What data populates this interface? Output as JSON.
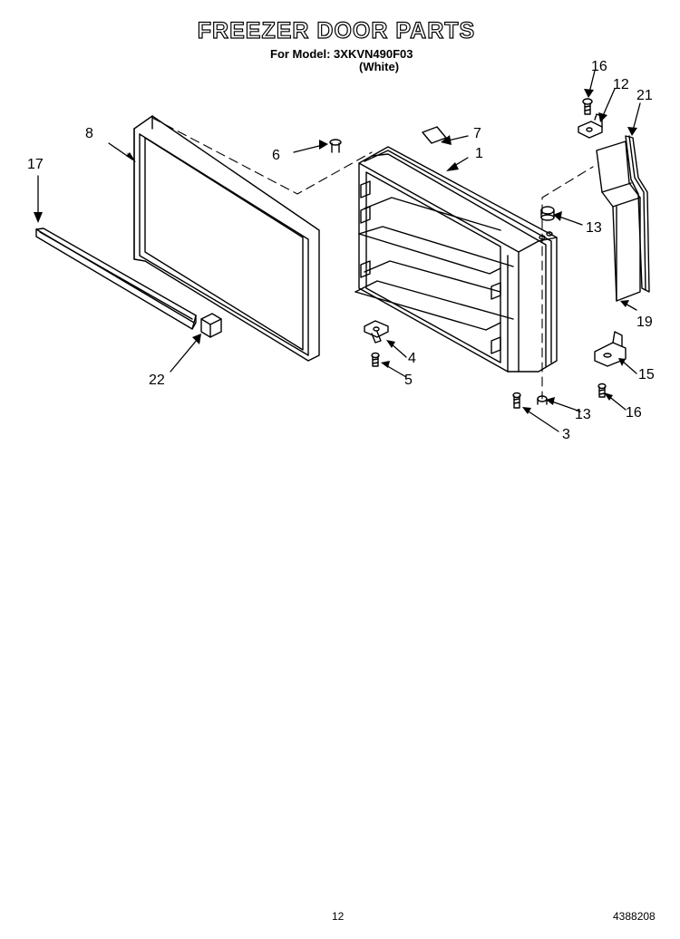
{
  "header": {
    "title": "FREEZER DOOR PARTS",
    "model_line": "For Model: 3XKVN490F03",
    "color_line": "(White)"
  },
  "callouts": {
    "c1": "1",
    "c3": "3",
    "c4": "4",
    "c5": "5",
    "c6": "6",
    "c7": "7",
    "c8": "8",
    "c12": "12",
    "c13a": "13",
    "c13b": "13",
    "c15": "15",
    "c16a": "16",
    "c16b": "16",
    "c17": "17",
    "c19": "19",
    "c21": "21",
    "c22": "22"
  },
  "footer": {
    "page_number": "12",
    "doc_number": "4388208"
  }
}
